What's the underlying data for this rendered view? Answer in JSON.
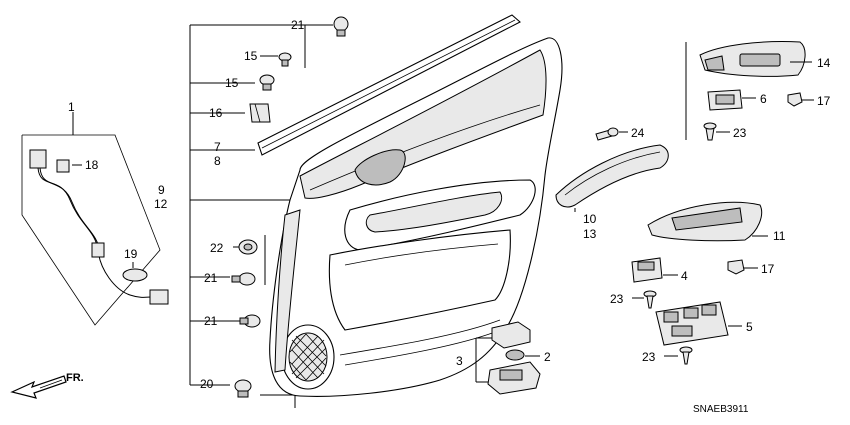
{
  "callouts": {
    "c1": "1",
    "c2": "2",
    "c3": "3",
    "c4": "4",
    "c5": "5",
    "c6": "6",
    "c7": "7",
    "c8": "8",
    "c9": "9",
    "c10": "10",
    "c11": "11",
    "c12": "12",
    "c13": "13",
    "c14": "14",
    "c15a": "15",
    "c15b": "15",
    "c16": "16",
    "c17a": "17",
    "c17b": "17",
    "c18": "18",
    "c19": "19",
    "c20": "20",
    "c21a": "21",
    "c21b": "21",
    "c21c": "21",
    "c22": "22",
    "c23a": "23",
    "c23b": "23",
    "c23c": "23",
    "c24": "24"
  },
  "direction_label": "FR.",
  "diagram_code": "SNAEB3911"
}
